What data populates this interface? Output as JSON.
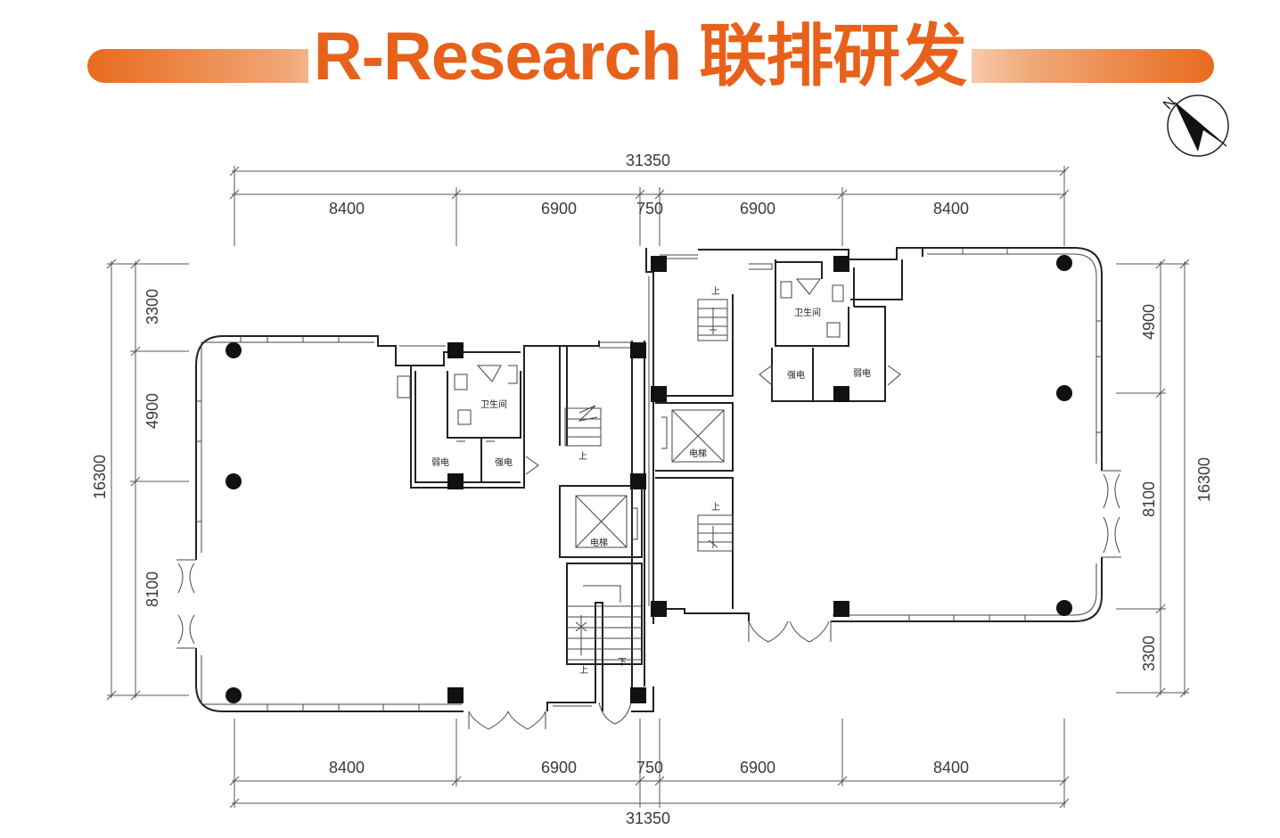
{
  "title": "R-Research 联排研发",
  "colors": {
    "accent": "#e8611a",
    "wall": "#222222",
    "column": "#111111"
  },
  "compass_icon": "north-arrow-icon",
  "compass_label": "N",
  "dimensions": {
    "top_total": "31350",
    "bottom_total": "31350",
    "top_segments": [
      "8400",
      "6900",
      "750",
      "6900",
      "8400"
    ],
    "bottom_segments": [
      "8400",
      "6900",
      "750",
      "6900",
      "8400"
    ],
    "left_total": "16300",
    "left_segments": [
      "3300",
      "4900",
      "8100"
    ],
    "right_total": "16300",
    "right_segments": [
      "4900",
      "8100",
      "3300"
    ]
  },
  "rooms": {
    "left_restroom": "卫生间",
    "left_weak_power": "弱电",
    "left_strong_power": "强电",
    "left_elevator": "电梯",
    "left_stair_up": "上",
    "left_stair2_up": "上",
    "left_stair2_down": "下",
    "right_restroom": "卫生间",
    "right_strong_power": "强电",
    "right_weak_power": "弱电",
    "right_elevator": "电梯",
    "right_stair_up": "上",
    "right_stair2_up": "上"
  }
}
